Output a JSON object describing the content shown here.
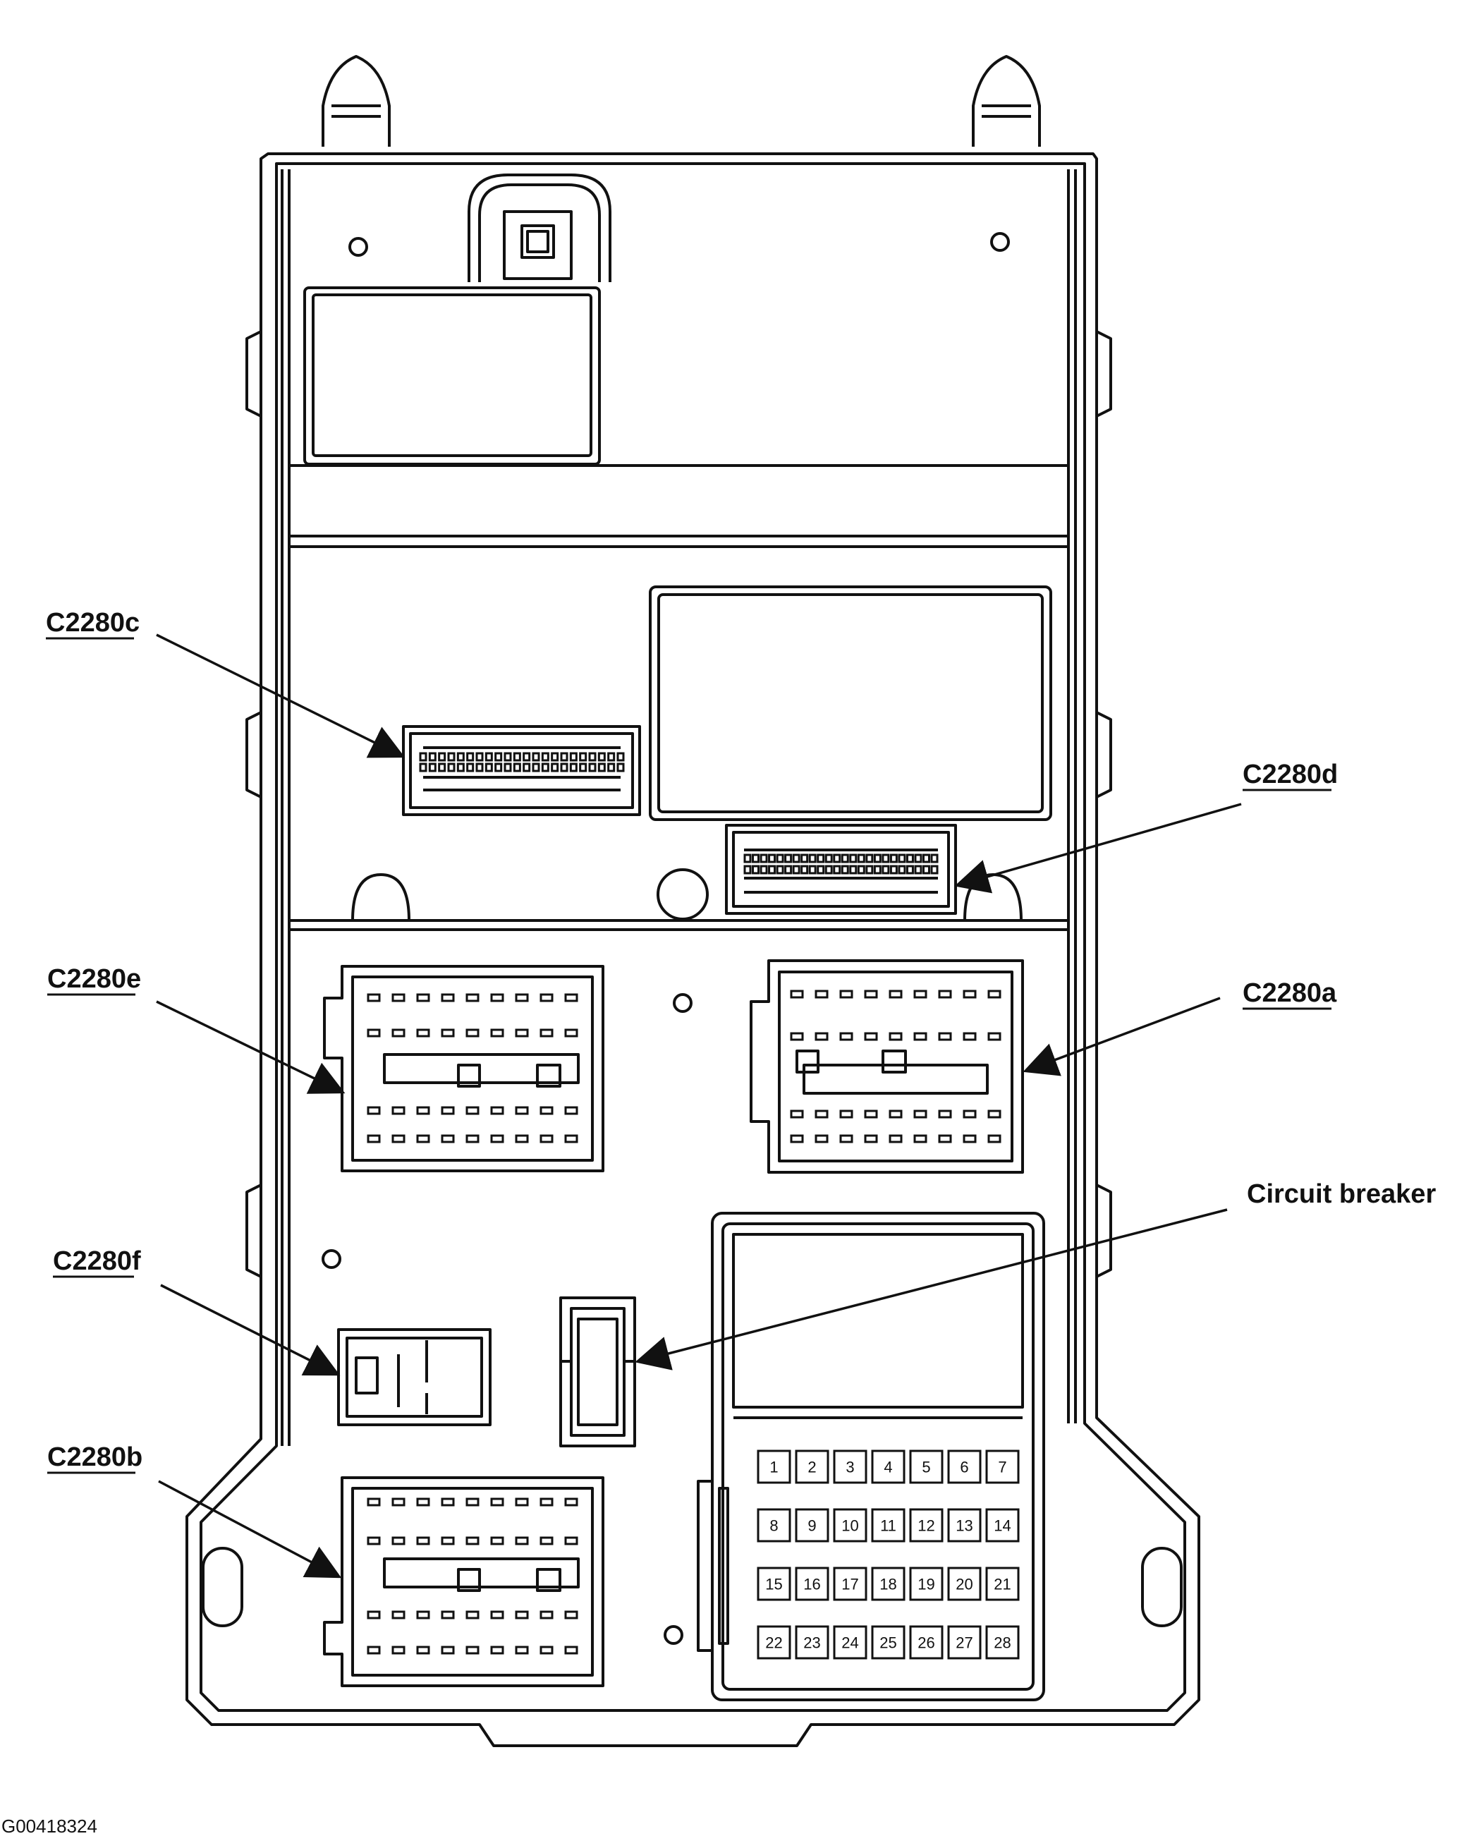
{
  "labels": {
    "c2280c": "C2280c",
    "c2280d": "C2280d",
    "c2280e": "C2280e",
    "c2280a": "C2280a",
    "c2280f": "C2280f",
    "c2280b": "C2280b",
    "circuit_breaker": "Circuit breaker"
  },
  "fuse_numbers": [
    "1",
    "2",
    "3",
    "4",
    "5",
    "6",
    "7",
    "8",
    "9",
    "10",
    "11",
    "12",
    "13",
    "14",
    "15",
    "16",
    "17",
    "18",
    "19",
    "20",
    "21",
    "22",
    "23",
    "24",
    "25",
    "26",
    "27",
    "28"
  ],
  "figure_id": "G00418324"
}
